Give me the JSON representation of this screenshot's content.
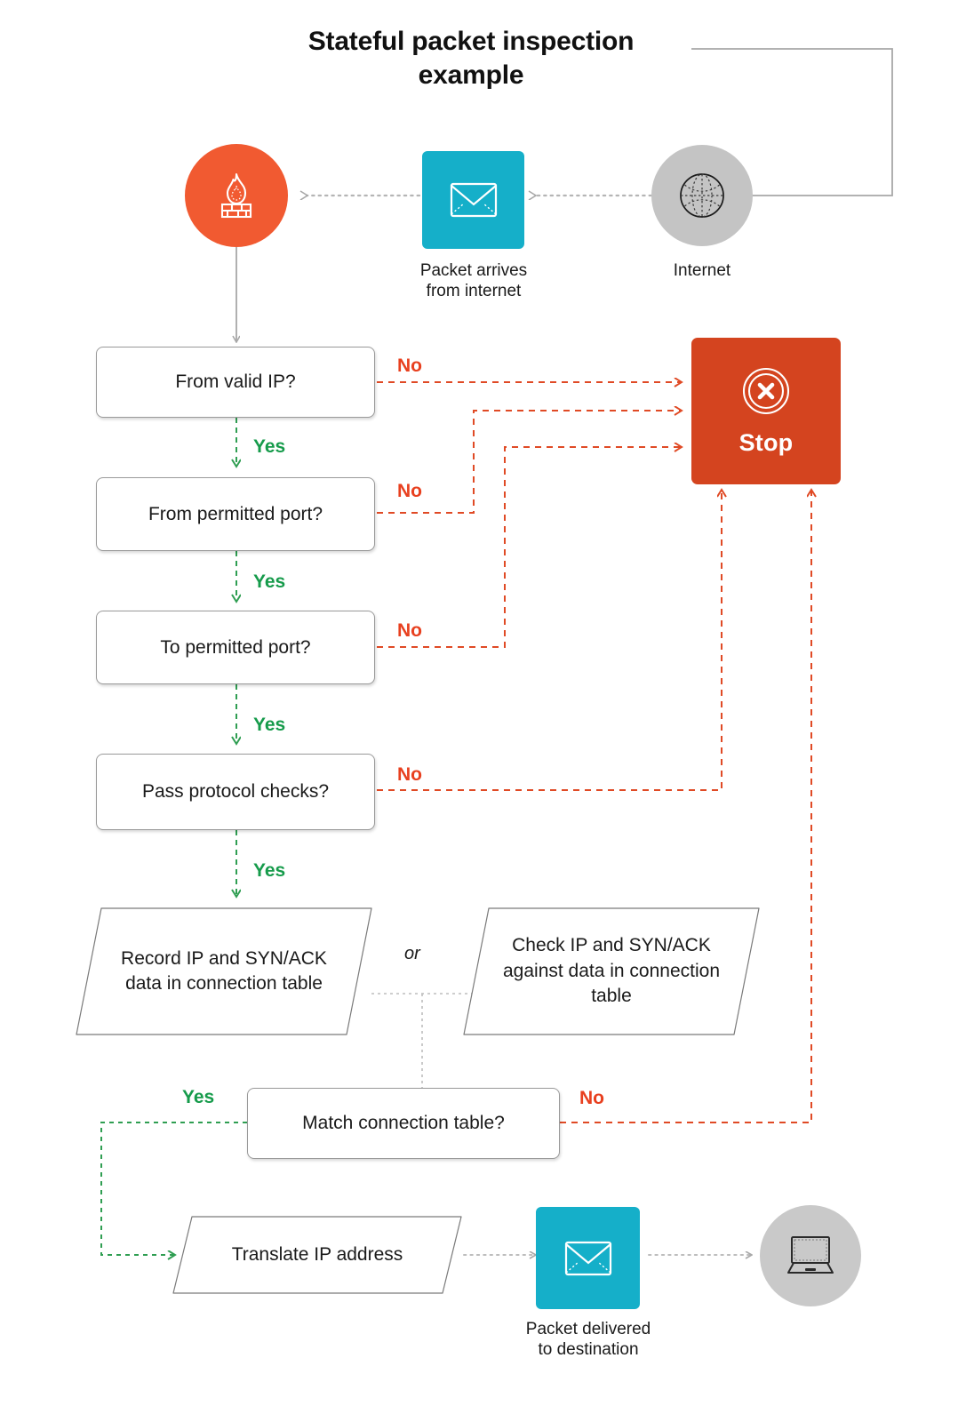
{
  "title": "Stateful packet inspection\nexample",
  "title_line1": "Stateful packet inspection",
  "title_line2": "example",
  "colors": {
    "firewall_orange": "#f15a31",
    "stop_red": "#d4441f",
    "packet_teal": "#15afc9",
    "internet_gray": "#c4c4c4",
    "device_gray": "#c9c9c9",
    "yes_green": "#169b4b",
    "no_red": "#e8401f",
    "box_border": "#9a9a9a",
    "wire_gray": "#a8a8a8",
    "text_dark": "#1a1a1a"
  },
  "icons": {
    "firewall": {
      "name": "firewall-icon",
      "caption": ""
    },
    "packet_in": {
      "name": "envelope-icon",
      "caption_line1": "Packet arrives",
      "caption_line2": "from internet"
    },
    "internet": {
      "name": "globe-icon",
      "caption": "Internet"
    },
    "packet_out": {
      "name": "envelope-icon",
      "caption_line1": "Packet delivered",
      "caption_line2": "to destination"
    },
    "destination": {
      "name": "laptop-icon",
      "caption": ""
    },
    "stop": {
      "name": "circle-x-icon",
      "label": "Stop"
    }
  },
  "decisions": [
    {
      "id": "valid-ip",
      "label": "From valid IP?",
      "yes": "Yes",
      "no": "No"
    },
    {
      "id": "from-port",
      "label": "From permitted port?",
      "yes": "Yes",
      "no": "No"
    },
    {
      "id": "to-port",
      "label": "To permitted port?",
      "yes": "Yes",
      "no": "No"
    },
    {
      "id": "protocol",
      "label": "Pass protocol checks?",
      "yes": "Yes",
      "no": "No"
    },
    {
      "id": "match-conn",
      "label": "Match connection table?",
      "yes": "Yes",
      "no": "No"
    }
  ],
  "processes": [
    {
      "id": "record",
      "label": "Record IP and SYN/ACK data in connection table"
    },
    {
      "id": "check",
      "label": "Check IP and SYN/ACK against data in connection table"
    },
    {
      "id": "translate",
      "label": "Translate IP address"
    }
  ],
  "connector_labels": {
    "or": "or",
    "yes_1": "Yes",
    "yes_2": "Yes",
    "yes_3": "Yes",
    "yes_4": "Yes",
    "yes_match": "Yes",
    "no_1": "No",
    "no_2": "No",
    "no_3": "No",
    "no_4": "No",
    "no_match": "No"
  }
}
